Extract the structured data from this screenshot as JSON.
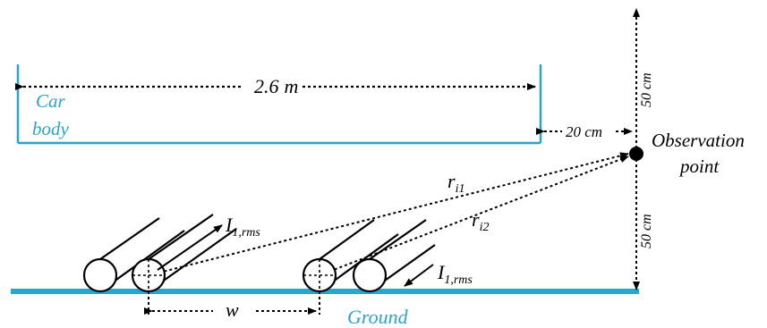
{
  "colors": {
    "ground": "#27a7cf",
    "car_body": "#2aa3c9",
    "ink": "#000000"
  },
  "labels": {
    "car_line1": "Car",
    "car_line2": "body",
    "car_length": "2.6",
    "car_length_unit": "m",
    "gap": "20 cm",
    "height_top": "50 cm",
    "height_bottom": "50 cm",
    "obs_line1": "Observation",
    "obs_line2": "point",
    "r1_main": "r",
    "r1_sub": "i1",
    "r2_main": "r",
    "r2_sub": "i2",
    "current1_main": "I",
    "current1_sub": "1,rms",
    "current2_main": "I",
    "current2_sub": "1,rms",
    "spacing": "w",
    "ground": "Ground"
  }
}
